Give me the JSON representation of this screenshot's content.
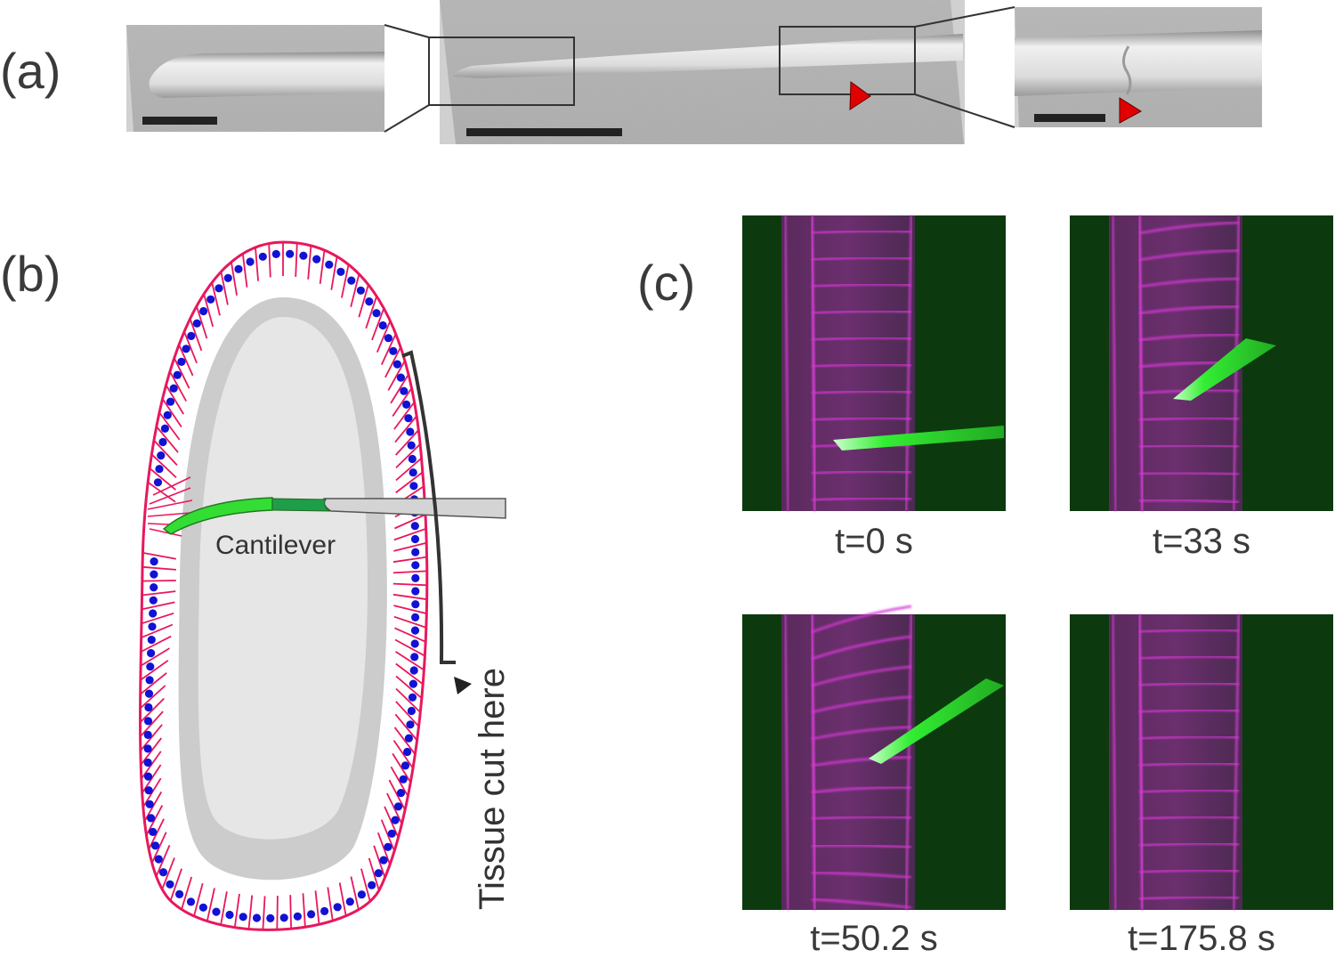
{
  "figure": {
    "panel_a": {
      "label": "(a)"
    },
    "panel_b": {
      "label": "(b)",
      "cantilever_label": "Cantilever",
      "cut_label": "Tissue cut here"
    },
    "panel_c": {
      "label": "(c)",
      "frames": [
        {
          "caption": "t=0 s"
        },
        {
          "caption": "t=33 s"
        },
        {
          "caption": "t=50.2 s"
        },
        {
          "caption": "t=175.8 s"
        }
      ]
    }
  }
}
